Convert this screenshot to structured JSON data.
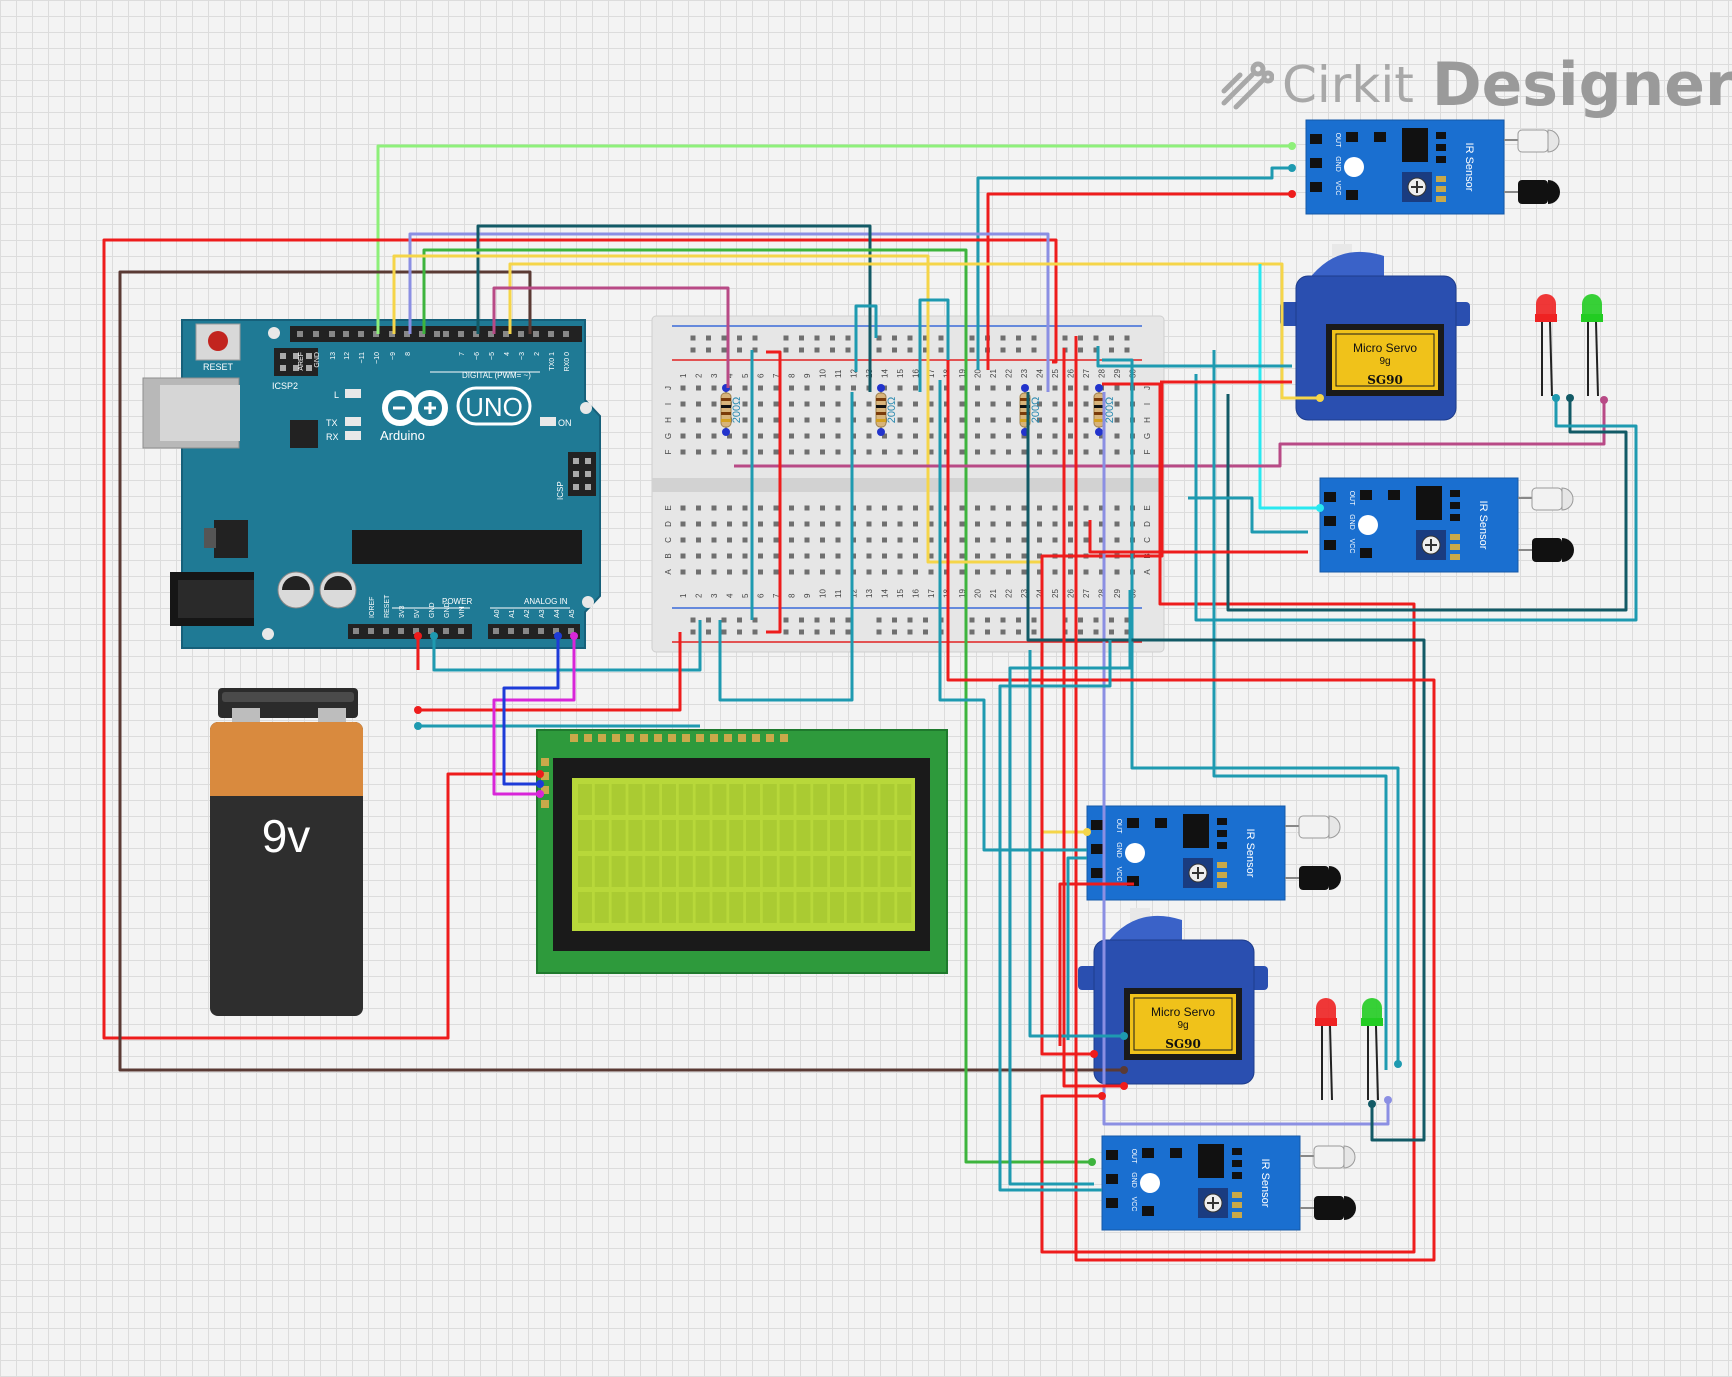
{
  "app": {
    "brand": "Cirkit",
    "product": "Designer"
  },
  "arduino": {
    "reset_label": "RESET",
    "icsp2_label": "ICSP2",
    "icsp_label": "ICSP",
    "logo_text": "Arduino",
    "uno_label": "UNO",
    "digital_label": "DIGITAL (PWM= ~)",
    "power_label": "POWER",
    "analog_label": "ANALOG IN",
    "led_l": "L",
    "led_tx": "TX",
    "led_rx": "RX",
    "led_on": "ON",
    "digital_pins": [
      "AREF",
      "GND",
      "13",
      "12",
      "~11",
      "~10",
      "~9",
      "8",
      "7",
      "~6",
      "~5",
      "4",
      "~3",
      "2",
      "TX0 1",
      "RX0 0"
    ],
    "power_pins": [
      "IOREF",
      "RESET",
      "3V3",
      "5V",
      "GND",
      "GND",
      "VIN"
    ],
    "analog_pins": [
      "A0",
      "A1",
      "A2",
      "A3",
      "A4",
      "A5"
    ]
  },
  "battery": {
    "label": "9v"
  },
  "breadboard": {
    "row_letters_top": [
      "J",
      "I",
      "H",
      "G",
      "F"
    ],
    "row_letters_bottom": [
      "E",
      "D",
      "C",
      "B",
      "A"
    ],
    "column_numbers": [
      "1",
      "2",
      "3",
      "4",
      "5",
      "6",
      "7",
      "8",
      "9",
      "10",
      "11",
      "12",
      "13",
      "14",
      "15",
      "16",
      "17",
      "18",
      "19",
      "20",
      "21",
      "22",
      "23",
      "24",
      "25",
      "26",
      "27",
      "28",
      "29",
      "30"
    ]
  },
  "resistors": [
    {
      "label": "200Ω"
    },
    {
      "label": "200Ω"
    },
    {
      "label": "200Ω"
    },
    {
      "label": "200Ω"
    }
  ],
  "ir_sensors": [
    {
      "title": "IR Sensor",
      "pins": [
        "OUT",
        "GND",
        "VCC"
      ]
    },
    {
      "title": "IR Sensor",
      "pins": [
        "OUT",
        "GND",
        "VCC"
      ]
    },
    {
      "title": "IR Sensor",
      "pins": [
        "OUT",
        "GND",
        "VCC"
      ]
    },
    {
      "title": "IR Sensor",
      "pins": [
        "OUT",
        "GND",
        "VCC"
      ]
    }
  ],
  "servos": [
    {
      "line1": "Micro Servo",
      "line2": "9g",
      "model": "SG90"
    },
    {
      "line1": "Micro Servo",
      "line2": "9g",
      "model": "SG90"
    }
  ],
  "colors": {
    "arduino": "#1f7a95",
    "ir_board": "#1a6fd0",
    "servo": "#2a4fb0",
    "lcd_board": "#2e9a3c",
    "lcd_screen": "#b8d83a",
    "wire_red": "#ee1c1c",
    "wire_teal": "#1e9ab0",
    "wire_brown": "#5a3a34",
    "wire_green": "#3db43d",
    "wire_lightgreen": "#8ef07a",
    "wire_yellow": "#f5d549",
    "wire_blue": "#1d3bd8",
    "wire_purple": "#8b8fe3",
    "wire_magenta": "#d826d8",
    "wire_pink": "#b84a86",
    "wire_darkteal": "#125a66",
    "wire_cyan": "#29e8f0"
  }
}
